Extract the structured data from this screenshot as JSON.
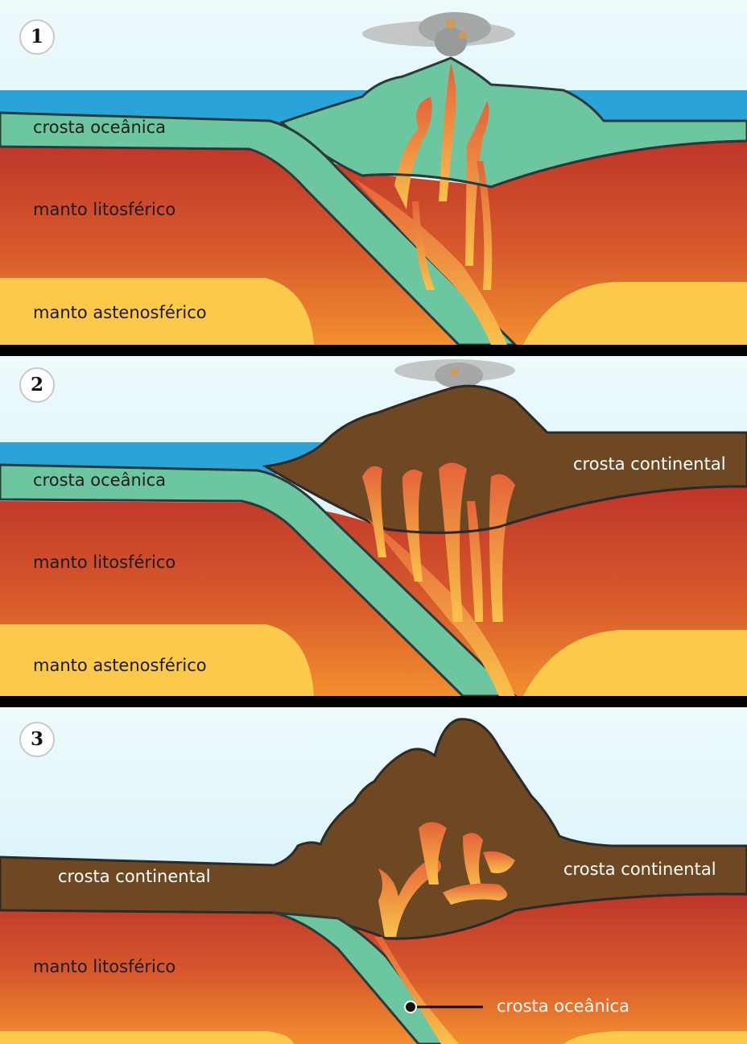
{
  "panels": [
    {
      "number": "1",
      "labels": {
        "oceanic_crust": "crosta oceânica",
        "lithospheric_mantle": "manto litosférico",
        "asthenospheric_mantle": "manto astenosférico"
      }
    },
    {
      "number": "2",
      "labels": {
        "oceanic_crust": "crosta oceânica",
        "continental_crust": "crosta continental",
        "lithospheric_mantle": "manto litosférico",
        "asthenospheric_mantle": "manto astenosférico"
      }
    },
    {
      "number": "3",
      "labels": {
        "continental_crust_left": "crosta continental",
        "continental_crust_right": "crosta continental",
        "lithospheric_mantle": "manto litosférico",
        "oceanic_crust": "crosta oceânica"
      }
    }
  ],
  "colors": {
    "sky_top": "#e6f7fb",
    "sky_bottom": "#c9eef6",
    "ocean": "#2aa4d8",
    "oceanic_crust": "#6cc6a0",
    "continental_crust": "#6e4823",
    "lithosphere_red": "#c0382b",
    "lithosphere_orange": "#f08a2c",
    "asthenosphere": "#fdc94b",
    "magma": "#f7b33f",
    "outline": "#2a3a3a"
  }
}
